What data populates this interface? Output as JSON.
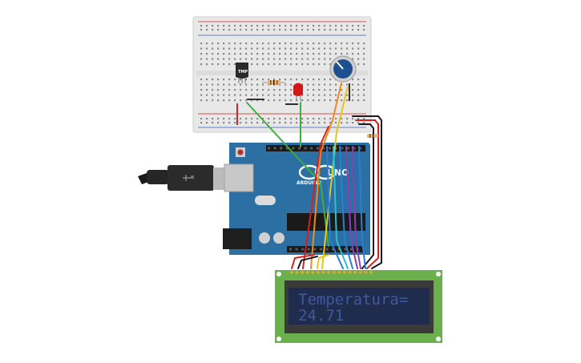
{
  "lcd": {
    "line1": "Temperatura=",
    "line2": "24.71"
  },
  "arduino": {
    "logo_text": "UNO",
    "brand_text": "ARDUINO"
  },
  "sensor": {
    "label": "TMP"
  },
  "colors": {
    "breadboard": "#e6e6e6",
    "arduino_board": "#2c6fa3",
    "lcd_pcb": "#6ab04c",
    "lcd_screen": "#1f2c4e",
    "lcd_text": "#3f5a9a",
    "wire_red": "#d62020",
    "wire_black": "#1a1a1a",
    "wire_green": "#3fae3f",
    "wire_orange": "#f08a1c",
    "wire_yellow": "#e8c51a",
    "wire_blue": "#2a7fd4",
    "wire_cyan": "#28c2c9",
    "wire_purple": "#8a3fb5",
    "led_red": "#d01818",
    "potentiometer": "#1e4f8f"
  },
  "icons": [
    "usb-cable-icon",
    "breadboard-icon",
    "temperature-sensor-icon",
    "resistor-icon",
    "led-icon",
    "potentiometer-icon",
    "arduino-board-icon",
    "lcd-display-icon"
  ]
}
